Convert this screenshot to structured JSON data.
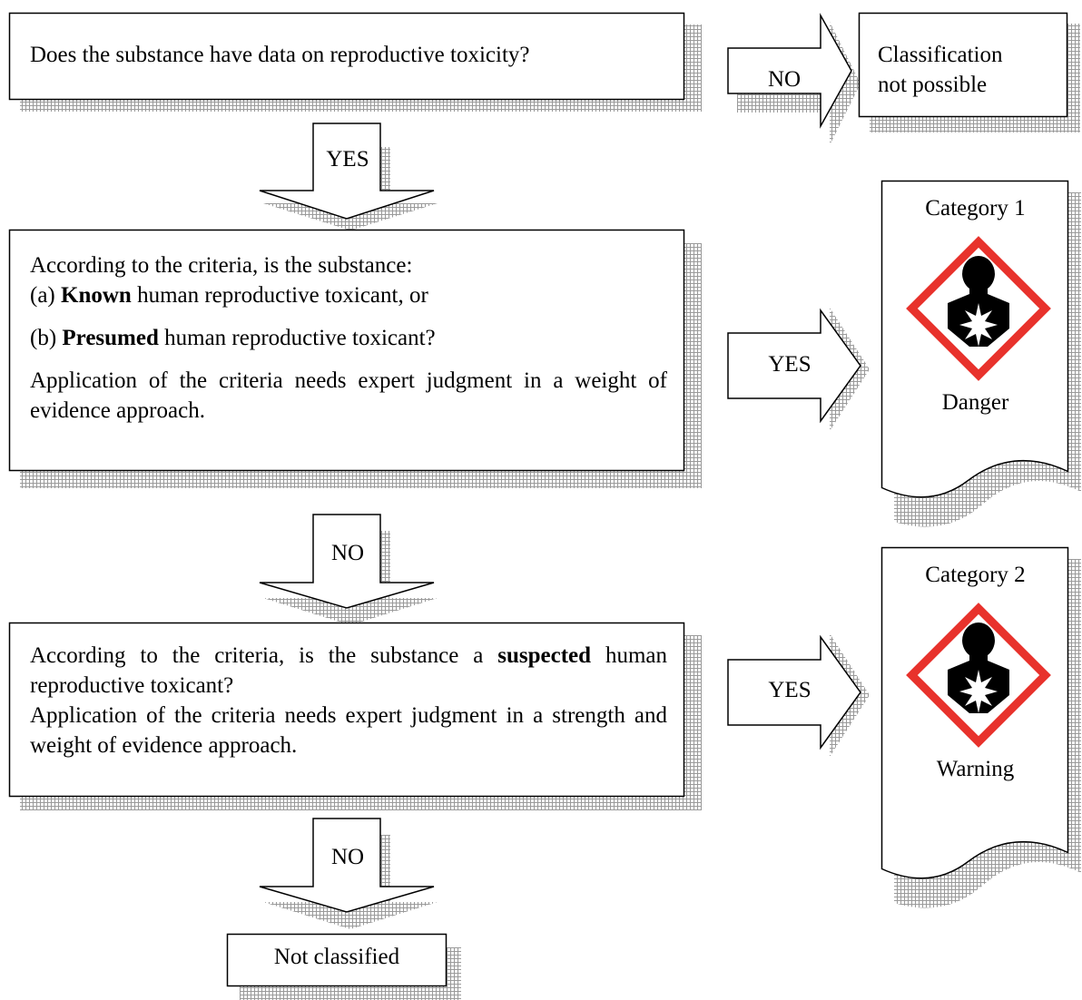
{
  "question1": "Does the substance have data on reproductive toxicity?",
  "outcome_not_possible": [
    "Classification",
    "not possible"
  ],
  "question2": {
    "intro": "According to the criteria, is the substance:",
    "a_prefix": "(a) ",
    "a_bold": "Known",
    "a_rest": " human reproductive toxicant, or",
    "b_prefix": "(b) ",
    "b_bold": "Presumed",
    "b_rest": " human reproductive toxicant?",
    "note": "Application of the criteria needs expert judgment in a weight of evidence approach."
  },
  "question3": {
    "pre": "According to the criteria, is the substance a ",
    "bold": "suspected",
    "post": " human reproductive toxicant?",
    "note": "Application of the criteria needs expert judgment in a strength and weight of evidence approach."
  },
  "outcome_not_classified": "Not classified",
  "category1": {
    "title": "Category 1",
    "signal": "Danger"
  },
  "category2": {
    "title": "Category 2",
    "signal": "Warning"
  },
  "arrows": {
    "q1_no": "NO",
    "q1_yes": "YES",
    "q2_yes": "YES",
    "q2_no": "NO",
    "q3_yes": "YES",
    "q3_no": "NO"
  },
  "pictogram": {
    "icon": "health-hazard-pictogram",
    "border_color": "#e8322c",
    "symbol_color": "#000000"
  }
}
